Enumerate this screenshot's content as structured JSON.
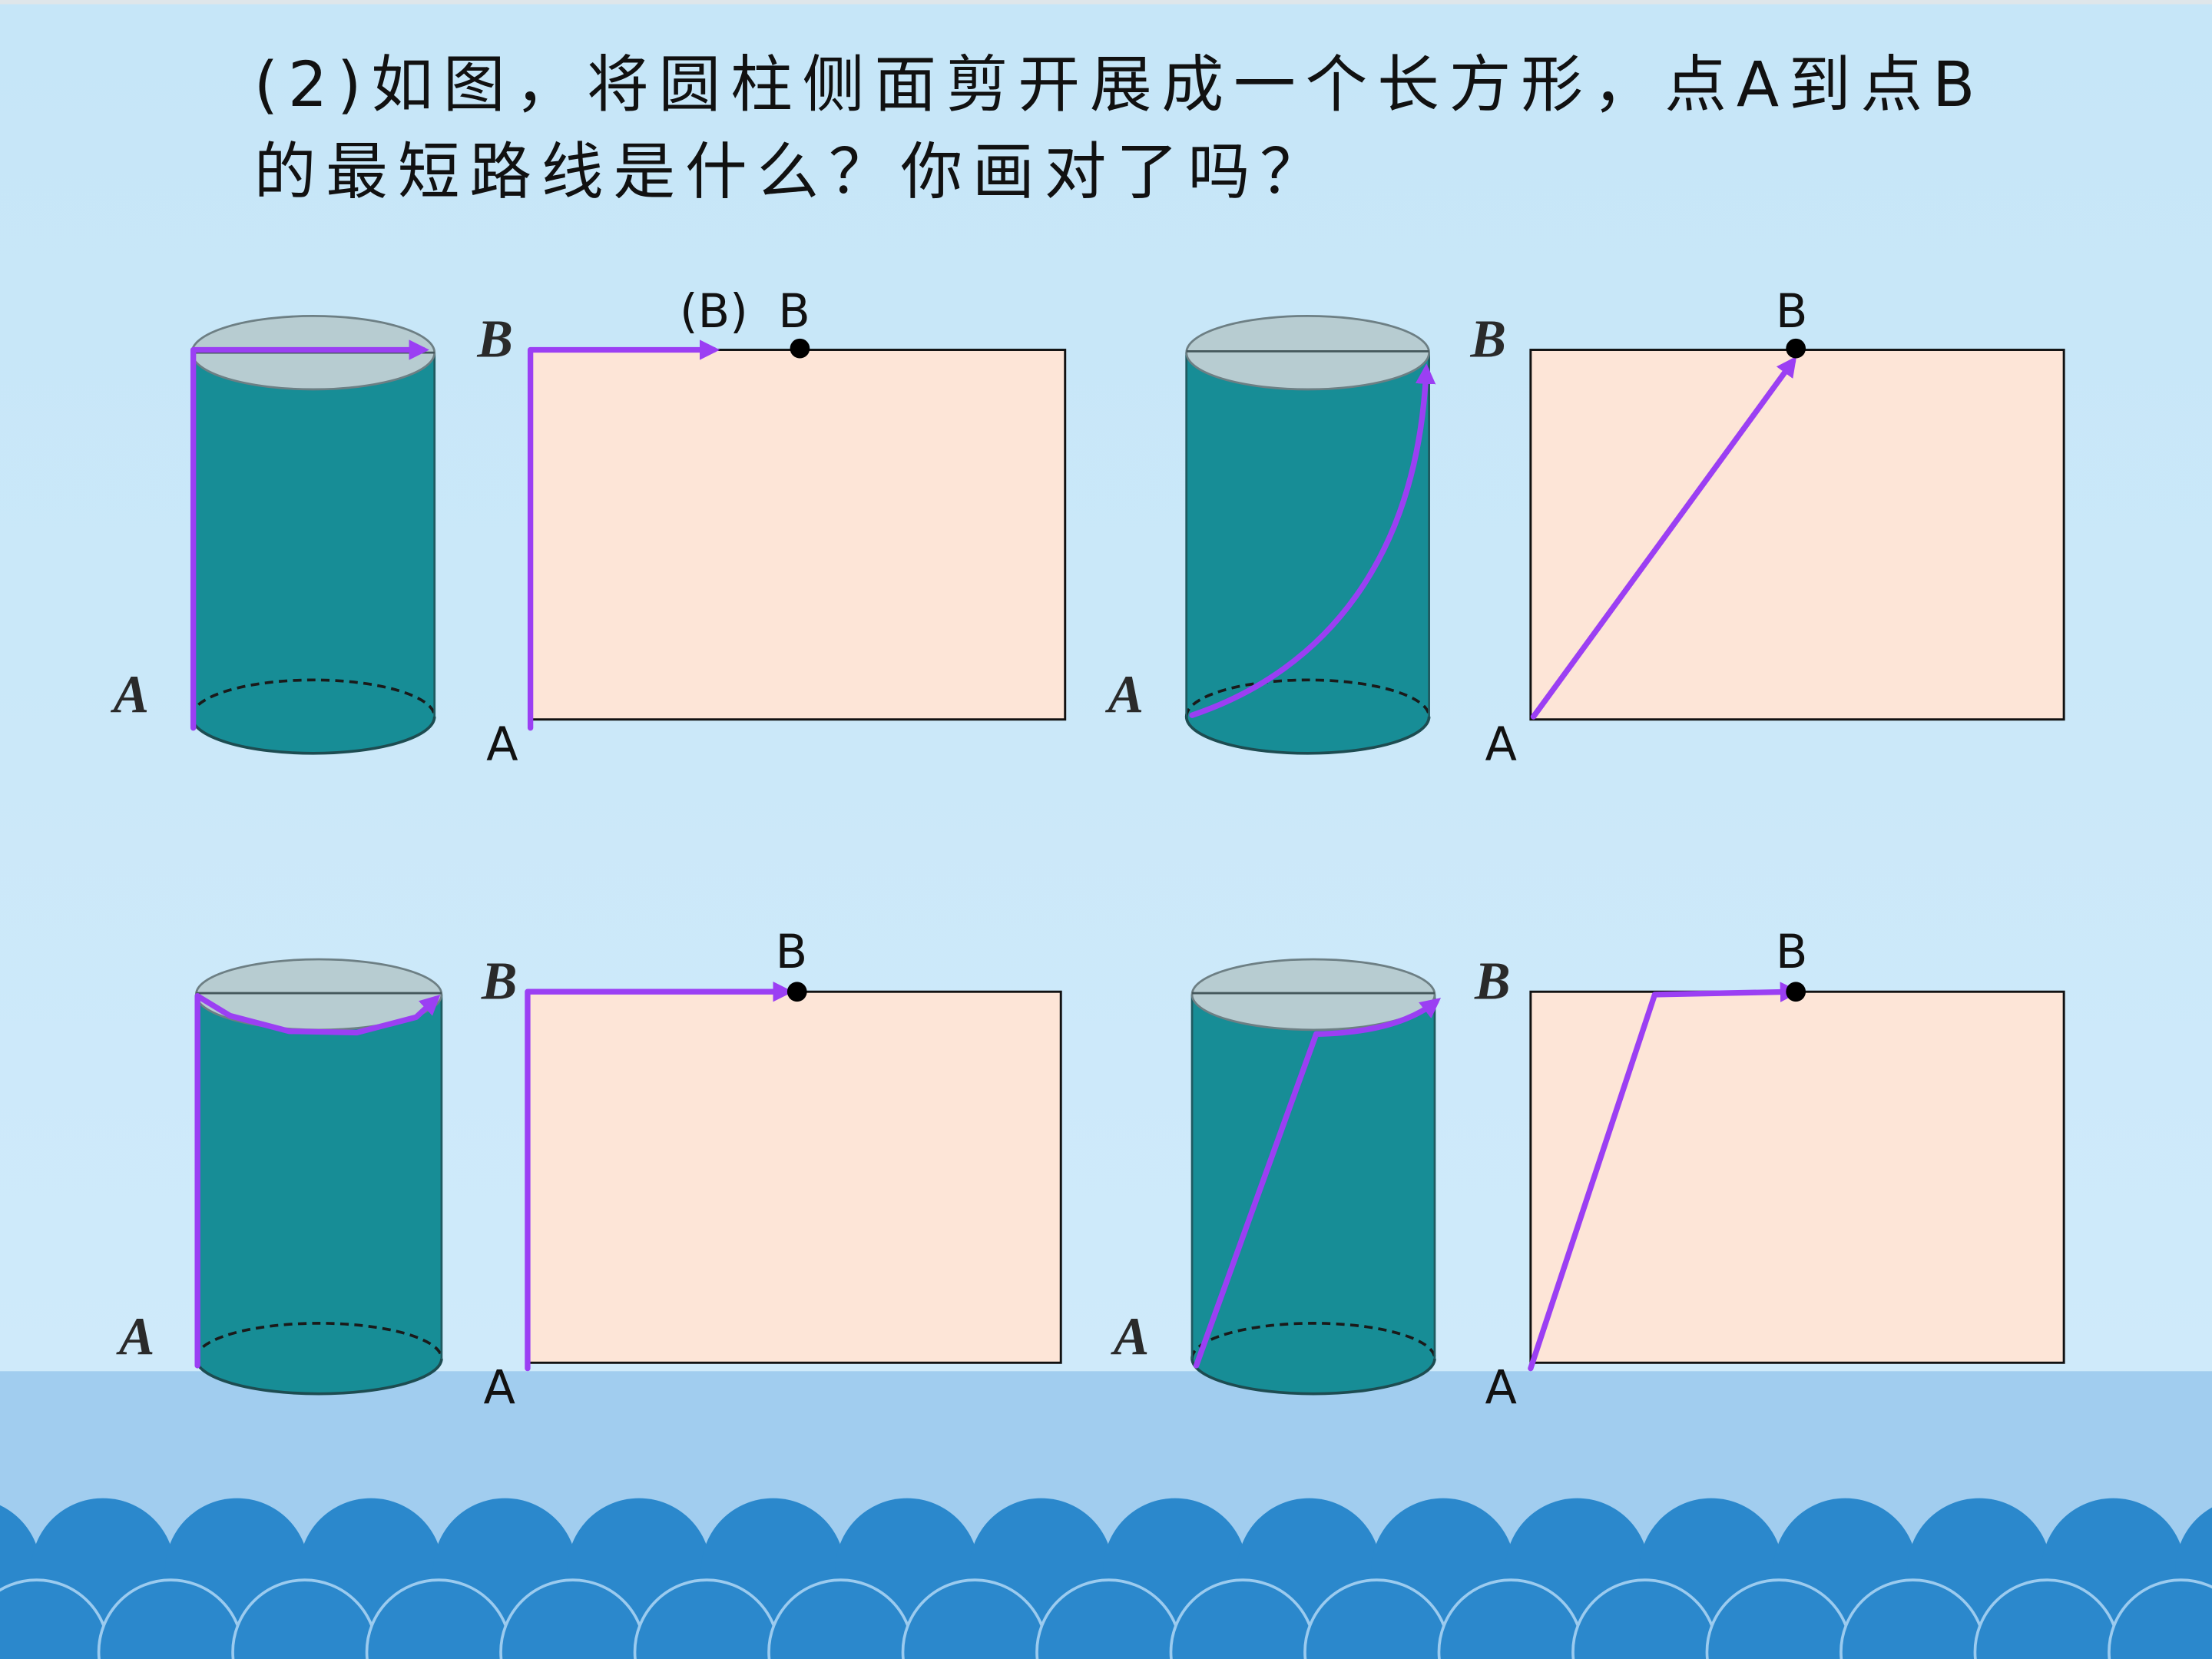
{
  "slide": {
    "title": {
      "line1": "(2)如图，将圆柱侧面剪开展成一个长方形，点A到点B",
      "line2": "的最短路线是什么？你画对了吗？"
    }
  },
  "panels": [
    {
      "cylinder": {
        "top_label": "B",
        "bottom_label": "A"
      },
      "net": {
        "shifted_top_label": "(B)",
        "top_label": "B",
        "bottom_label": "A"
      }
    },
    {
      "cylinder": {
        "top_label": "B",
        "bottom_label": "A"
      },
      "net": {
        "top_label": "B",
        "bottom_label": "A"
      }
    },
    {
      "cylinder": {
        "top_label": "B",
        "bottom_label": "A"
      },
      "net": {
        "top_label": "B",
        "bottom_label": "A"
      }
    },
    {
      "cylinder": {
        "top_label": "B",
        "bottom_label": "A"
      },
      "net": {
        "top_label": "B",
        "bottom_label": "A"
      }
    }
  ],
  "colors": {
    "path": "#9b3ff3",
    "cylinder_body": "#178d96",
    "cylinder_top": "#b7ccd1",
    "net_fill": "#fde5d7",
    "sky": "#c6e6f8",
    "sea": "#a1cdef",
    "waves": "#2b88cc"
  }
}
